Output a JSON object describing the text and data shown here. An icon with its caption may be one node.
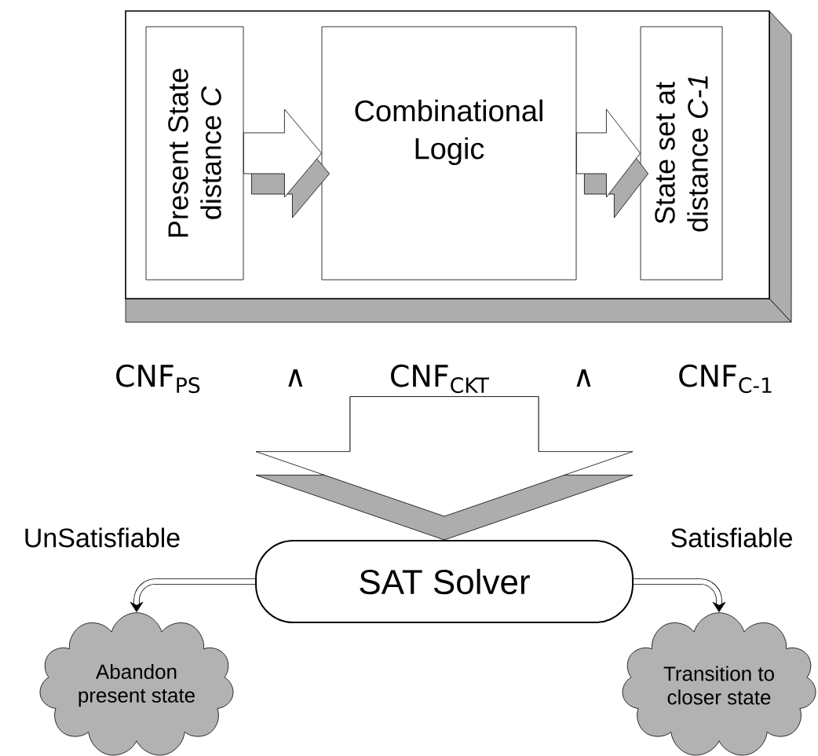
{
  "diagram": {
    "nodes": [
      {
        "text": [],
        "shape": "box"
      },
      {
        "text": [
          "Present State distance *C*"
        ],
        "in": 0
      },
      {
        "text": [
          "Combinational Logic"
        ],
        "in": 0
      },
      {
        "text": [
          "State set at distance *C-1*"
        ],
        "in": 0
      },
      {
        "text": [
          "CNF$_{PS}$",
          "∧",
          "CNF$_{CKT}$",
          "∧",
          "CNF$_{C-1}$"
        ]
      },
      {
        "text": [
          "SAT Solver"
        ]
      },
      {
        "text": [
          "Abandon present state"
        ]
      },
      {
        "text": [
          "Transition to closer state"
        ]
      }
    ],
    "edges": [
      {
        "from": 1,
        "to": 2,
        "arrow": "to"
      },
      {
        "from": 2,
        "to": 3,
        "arrow": "to"
      },
      {
        "from": 4,
        "to": 5,
        "arrow": "to"
      },
      {
        "from": 5,
        "to": 6,
        "arrow": "to",
        "label": "UnSatisfiable"
      },
      {
        "from": 5,
        "to": 7,
        "arrow": "to",
        "label": "Satisfiable"
      }
    ]
  }
}
